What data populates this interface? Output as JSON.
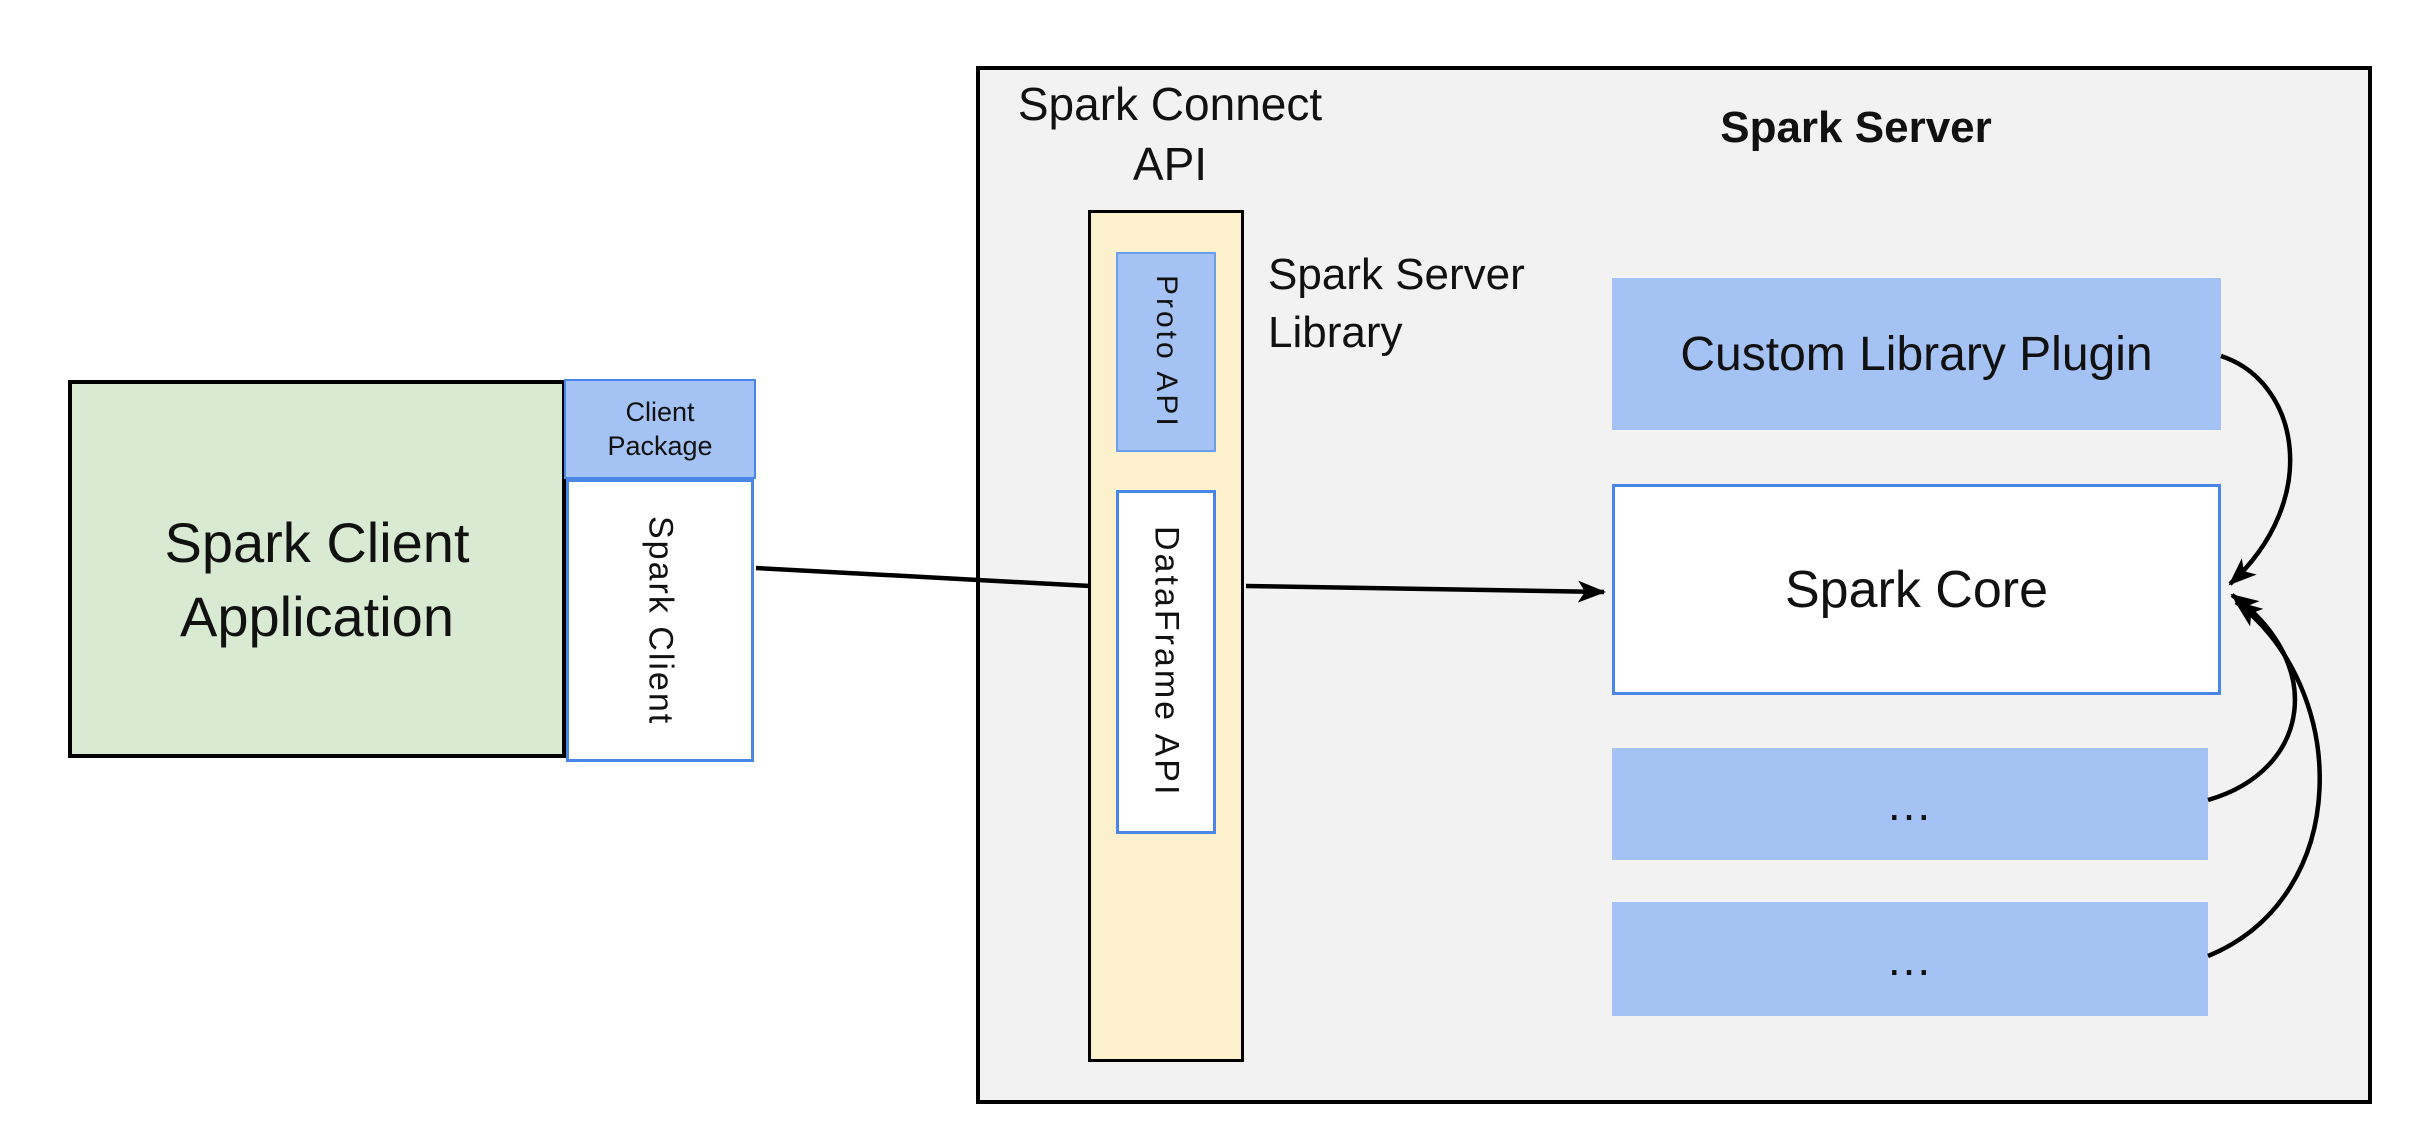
{
  "colors": {
    "blue-fill": "#a4c2f4",
    "blue-border": "#4a86e8",
    "proto-border": "#6d9eeb",
    "green-fill": "#d9ead3",
    "yellow-fill": "#fdf0cd",
    "gray-fill": "#f2f2f2",
    "line-color": "#000000",
    "text-color": "#111111"
  },
  "left": {
    "app_line1": "Spark Client",
    "app_line2": "Application",
    "package_line1": "Client",
    "package_line2": "Package",
    "spark_client": "Spark Client"
  },
  "server": {
    "connect_line1": "Spark Connect",
    "connect_line2": "API",
    "title": "Spark Server",
    "library_line1": "Spark Server",
    "library_line2": "Library",
    "proto_api": "Proto API",
    "dataframe_api": "DataFrame API",
    "custom_plugin": "Custom Library Plugin",
    "spark_core": "Spark Core",
    "placeholder1": "...",
    "placeholder2": "..."
  }
}
